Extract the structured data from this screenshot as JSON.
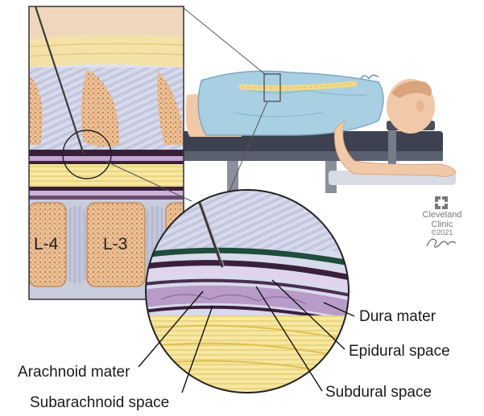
{
  "labels": {
    "dura_mater": "Dura mater",
    "epidural_space": "Epidural space",
    "subdural_space": "Subdural space",
    "arachnoid_mater": "Arachnoid mater",
    "subarachnoid_space": "Subarachnoid space"
  },
  "vertebrae": {
    "l4": "L-4",
    "l3": "L-3"
  },
  "logo": {
    "line1": "Cleveland",
    "line2": "Clinic",
    "copyright": "©2021"
  },
  "colors": {
    "skin": "#f2c9a8",
    "gown": "#a9cfe3",
    "bone": "#e7b98c",
    "marrow": "#c98a5c",
    "ligament": "#c9cbe0",
    "dura_dark": "#3a1f3b",
    "epidural_green": "#1f4d3c",
    "membrane_purple": "#b89bc8",
    "nerve_yellow": "#f4e49a",
    "table": "#3d4150"
  }
}
